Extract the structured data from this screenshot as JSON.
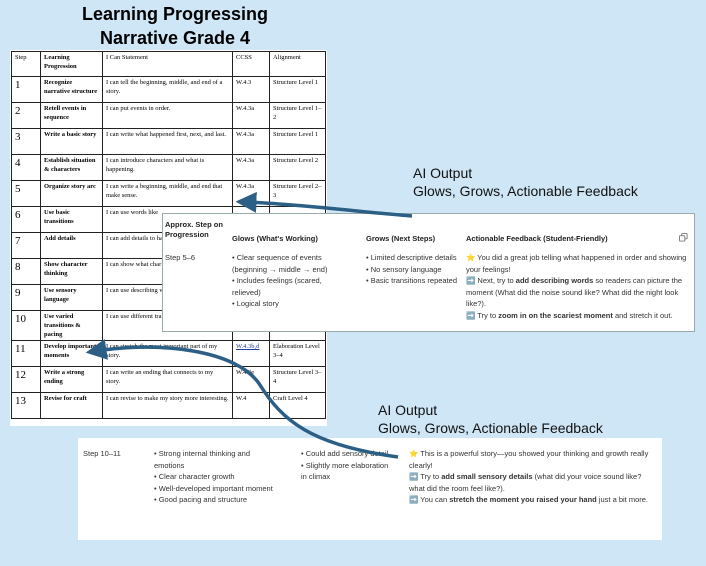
{
  "title": {
    "line1": "Learning Progressing",
    "line2": "Narrative Grade 4"
  },
  "table": {
    "headers": [
      "Step",
      "Learning Progression",
      "I Can Statement",
      "CCSS",
      "Alignment"
    ],
    "rows": [
      {
        "step": "1",
        "progression": "Recognize narrative structure",
        "ican": "I can tell the beginning, middle, and end of a story.",
        "ccss": "W.4.3",
        "alignment": "Structure Level 1"
      },
      {
        "step": "2",
        "progression": "Retell events in sequence",
        "ican": "I can put events in order.",
        "ccss": "W.4.3a",
        "alignment": "Structure Level 1–2"
      },
      {
        "step": "3",
        "progression": "Write a basic story",
        "ican": "I can write what happened first, next, and last.",
        "ccss": "W.4.3a",
        "alignment": "Structure Level 1"
      },
      {
        "step": "4",
        "progression": "Establish situation & characters",
        "ican": "I can introduce characters and what is happening.",
        "ccss": "W.4.3a",
        "alignment": "Structure Level 2"
      },
      {
        "step": "5",
        "progression": "Organize story arc",
        "ican": "I can write a beginning, middle, and end that make sense.",
        "ccss": "W.4.3a",
        "alignment": "Structure Level 2–3"
      },
      {
        "step": "6",
        "progression": "Use basic transitions",
        "ican": "I can use words like",
        "ccss": "",
        "alignment": ""
      },
      {
        "step": "7",
        "progression": "Add details",
        "ican": "I can add details to happened.",
        "ccss": "",
        "alignment": ""
      },
      {
        "step": "8",
        "progression": "Show character thinking",
        "ican": "I can show what char",
        "ccss": "",
        "alignment": ""
      },
      {
        "step": "9",
        "progression": "Use sensory language",
        "ican": "I can use describing w picture the story.",
        "ccss": "",
        "alignment": ""
      },
      {
        "step": "10",
        "progression": "Use varied transitions & pacing",
        "ican": "I can use different tra important parts.",
        "ccss": "",
        "alignment": "Level"
      },
      {
        "step": "11",
        "progression": "Develop important moments",
        "ican": "I can stretch the most important part of my story.",
        "ccss": "W.4.3b,d",
        "alignment": "Elaboration Level 3–4"
      },
      {
        "step": "12",
        "progression": "Write a strong ending",
        "ican": "I can write an ending that connects to my story.",
        "ccss": "W.4.3e",
        "alignment": "Structure Level 3–4"
      },
      {
        "step": "13",
        "progression": "Revise for craft",
        "ican": "I can revise to make my story more interesting.",
        "ccss": "W.4",
        "alignment": "Craft Level 4"
      }
    ]
  },
  "label1": {
    "line1": "AI Output",
    "line2": "Glows, Grows, Actionable Feedback"
  },
  "label2": {
    "line1": "AI Output",
    "line2": "Glows, Grows, Actionable Feedback"
  },
  "card1": {
    "headers": {
      "step": "Approx. Step on Progression",
      "glows": "Glows (What's Working)",
      "grows": "Grows (Next Steps)",
      "feedback": "Actionable Feedback (Student-Friendly)"
    },
    "step": "Step 5–6",
    "glows": [
      "• Clear sequence of events (beginning → middle → end)",
      "• Includes feelings (scared, relieved)",
      "• Logical story"
    ],
    "grows": [
      "• Limited descriptive details",
      "• No sensory language",
      "• Basic transitions repeated"
    ],
    "feedback": [
      {
        "icon": "⭐",
        "pre": " You did a great job telling what happened in order and showing your feelings!",
        "bold": "",
        "post": ""
      },
      {
        "icon": "➡️",
        "pre": " Next, try to ",
        "bold": "add describing words",
        "post": " so readers can picture the moment (What did the noise sound like? What did the night look like?)."
      },
      {
        "icon": "➡️",
        "pre": " Try to ",
        "bold": "zoom in on the scariest moment",
        "post": " and stretch it out."
      }
    ]
  },
  "card2": {
    "step": "Step 10–11",
    "glows": [
      "• Strong internal thinking and emotions",
      "• Clear character growth",
      "• Well-developed important moment",
      "• Good pacing and structure"
    ],
    "grows": [
      "• Could add sensory detail",
      "• Slightly more elaboration in climax"
    ],
    "feedback": [
      {
        "icon": "⭐",
        "pre": " This is a powerful story—you showed your thinking and growth really clearly!",
        "bold": "",
        "post": ""
      },
      {
        "icon": "➡️",
        "pre": " Try to ",
        "bold": "add small sensory details",
        "post": " (what did your voice sound like? what did the room feel like?)."
      },
      {
        "icon": "➡️",
        "pre": " You can ",
        "bold": "stretch the moment you raised your hand",
        "post": " just a bit more."
      }
    ]
  },
  "colors": {
    "background": "#cfe6f6",
    "arrow": "#2c5f86"
  }
}
